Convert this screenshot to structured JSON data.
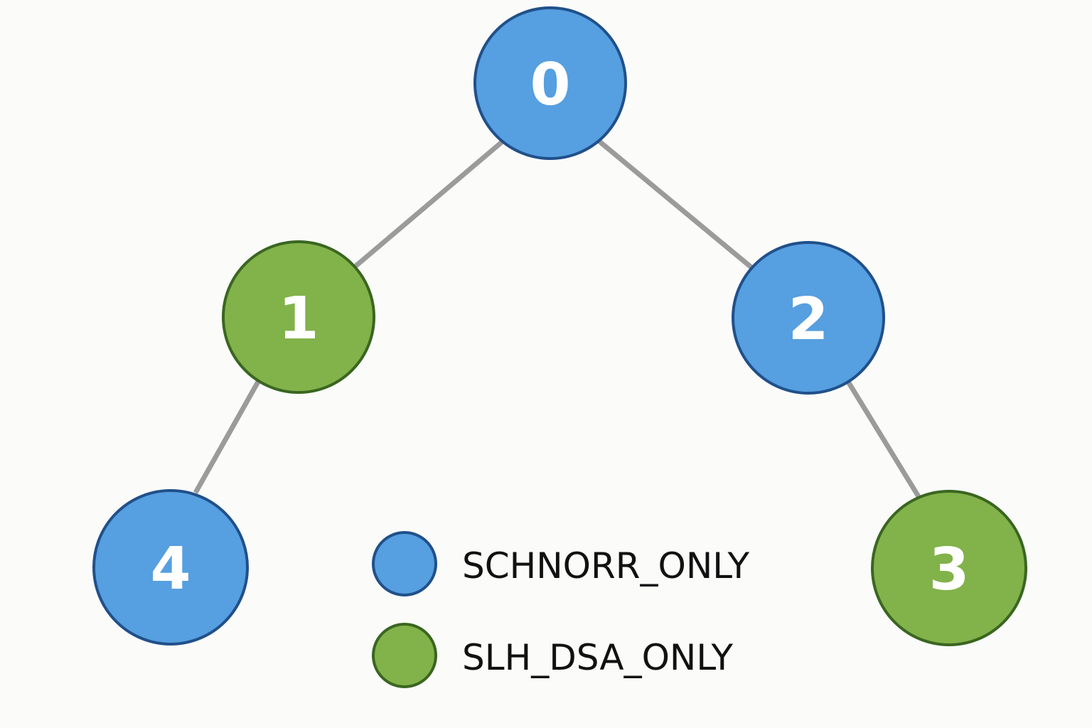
{
  "colors": {
    "background": "#fbfbfa",
    "schnorr_fill": "#569fe0",
    "schnorr_stroke": "#20508a",
    "slh_fill": "#82b24a",
    "slh_stroke": "#3a6620",
    "edge": "#9b9b9b"
  },
  "nodes": [
    {
      "id": "0",
      "label": "0",
      "type": "SCHNORR_ONLY"
    },
    {
      "id": "1",
      "label": "1",
      "type": "SLH_DSA_ONLY"
    },
    {
      "id": "2",
      "label": "2",
      "type": "SCHNORR_ONLY"
    },
    {
      "id": "3",
      "label": "3",
      "type": "SLH_DSA_ONLY"
    },
    {
      "id": "4",
      "label": "4",
      "type": "SCHNORR_ONLY"
    }
  ],
  "edges": [
    {
      "from": "0",
      "to": "1"
    },
    {
      "from": "0",
      "to": "2"
    },
    {
      "from": "1",
      "to": "4"
    },
    {
      "from": "2",
      "to": "3"
    }
  ],
  "legend": {
    "schnorr_label": "SCHNORR_ONLY",
    "slh_label": "SLH_DSA_ONLY"
  }
}
